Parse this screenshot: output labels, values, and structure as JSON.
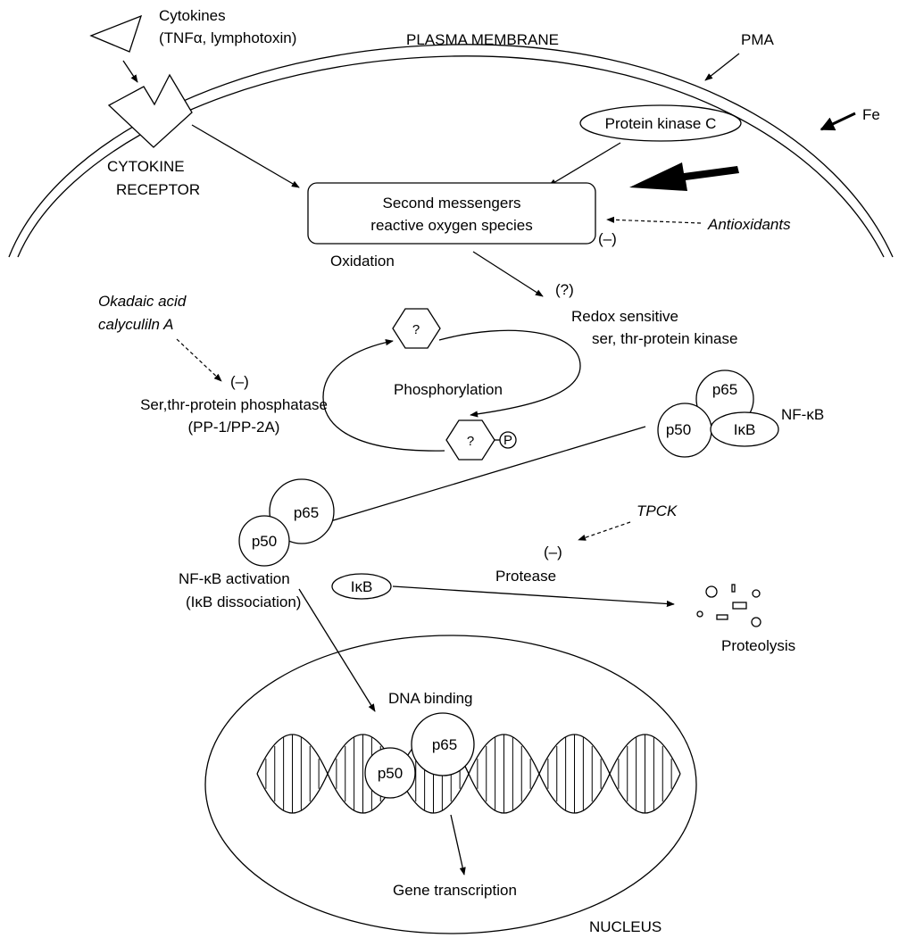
{
  "labels": {
    "cytokines_line1": "Cytokines",
    "cytokines_line2": "(TNFα, lymphotoxin)",
    "plasma_membrane": "PLASMA MEMBRANE",
    "pma": "PMA",
    "fe": "Fe",
    "protein_kinase_c": "Protein kinase C",
    "cytokine_receptor_line1": "CYTOKINE",
    "cytokine_receptor_line2": "RECEPTOR",
    "second_messengers_line1": "Second messengers",
    "second_messengers_line2": "reactive oxygen species",
    "inhibit_antioxidants": "(–)",
    "antioxidants": "Antioxidants",
    "oxidation": "Oxidation",
    "unknown_kinase": "(?)",
    "redox_kinase_line1": "Redox sensitive",
    "redox_kinase_line2": "ser, thr-protein kinase",
    "okadaic_line1": "Okadaic acid",
    "okadaic_line2": "calyculiln A",
    "inhibit_phosphatase": "(–)",
    "phosphatase_line1": "Ser,thr-protein phosphatase",
    "phosphatase_line2": "(PP-1/PP-2A)",
    "phosphorylation": "Phosphorylation",
    "question_top": "?",
    "question_bottom": "?",
    "phosphate": "P",
    "nfkb": "NF-κB",
    "p65": "p65",
    "p50": "p50",
    "ikb": "IκB",
    "activation_line1": "NF-κB activation",
    "activation_line2": "(IκB dissociation)",
    "tpck": "TPCK",
    "inhibit_protease": "(–)",
    "protease": "Protease",
    "proteolysis": "Proteolysis",
    "dna_binding": "DNA binding",
    "gene_transcription": "Gene transcription",
    "nucleus": "NUCLEUS"
  }
}
